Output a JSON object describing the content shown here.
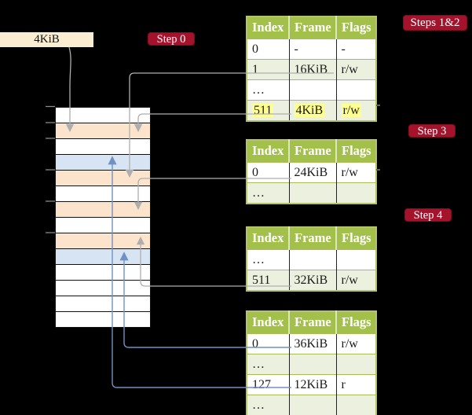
{
  "labels": {
    "frame_size": "4KiB"
  },
  "badges": [
    {
      "text": "Step 0"
    },
    {
      "text": "Steps 1&2"
    },
    {
      "text": "Step 3"
    },
    {
      "text": "Step 4"
    }
  ],
  "memory": {
    "description": "physical memory column, 14 frame rows with 6 tick marks",
    "rows": [
      {
        "color": "white"
      },
      {
        "color": "orange"
      },
      {
        "color": "white"
      },
      {
        "color": "blue"
      },
      {
        "color": "orange"
      },
      {
        "color": "white"
      },
      {
        "color": "orange"
      },
      {
        "color": "white"
      },
      {
        "color": "orange"
      },
      {
        "color": "blue"
      },
      {
        "color": "white"
      },
      {
        "color": "white"
      },
      {
        "color": "white"
      },
      {
        "color": "white"
      }
    ]
  },
  "tables": [
    {
      "headers": [
        "Index",
        "Frame",
        "Flags"
      ],
      "rows": [
        {
          "cells": [
            "0",
            "-",
            "-"
          ]
        },
        {
          "cells": [
            "1",
            "16KiB",
            "r/w"
          ]
        },
        {
          "cells": [
            "…",
            "",
            ""
          ]
        },
        {
          "cells": [
            "511",
            "4KiB",
            "r/w"
          ],
          "highlight": true
        }
      ]
    },
    {
      "headers": [
        "Index",
        "Frame",
        "Flags"
      ],
      "rows": [
        {
          "cells": [
            "0",
            "24KiB",
            "r/w"
          ]
        },
        {
          "cells": [
            "…",
            "",
            ""
          ]
        }
      ]
    },
    {
      "headers": [
        "Index",
        "Frame",
        "Flags"
      ],
      "rows": [
        {
          "cells": [
            "…",
            "",
            ""
          ]
        },
        {
          "cells": [
            "511",
            "32KiB",
            "r/w"
          ]
        }
      ]
    },
    {
      "headers": [
        "Index",
        "Frame",
        "Flags"
      ],
      "rows": [
        {
          "cells": [
            "0",
            "36KiB",
            "r/w"
          ]
        },
        {
          "cells": [
            "…",
            "",
            ""
          ]
        },
        {
          "cells": [
            "127",
            "12KiB",
            "r"
          ]
        },
        {
          "cells": [
            "…",
            "",
            ""
          ]
        }
      ]
    }
  ],
  "colors": {
    "background": "#000000",
    "badge_red": "#a5122b",
    "header_green": "#a3c04a",
    "row_pale_green": "#ebf1de",
    "frame_orange": "#fce4cc",
    "frame_blue": "#d7e4f4",
    "highlight_yellow": "#ffff8f",
    "arrow_gray": "#aeaeae",
    "arrow_blue": "#7191c2",
    "label_cream": "#faeed2"
  }
}
